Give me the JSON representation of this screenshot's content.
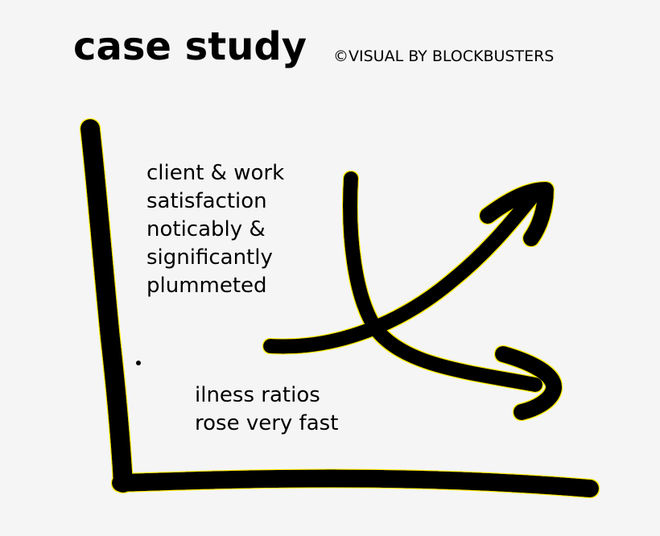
{
  "header": {
    "title": "case study",
    "credit": "©VISUAL BY BLOCKBUSTERS"
  },
  "annotations": {
    "satisfaction": [
      "client & work",
      "satisfaction",
      "noticably &",
      "significantly",
      "plummeted"
    ],
    "illness": [
      "ilness ratios",
      "rose very fast"
    ]
  },
  "colors": {
    "background": "#f5f5f5",
    "ink": "#000000",
    "halo": "#ffee00"
  }
}
